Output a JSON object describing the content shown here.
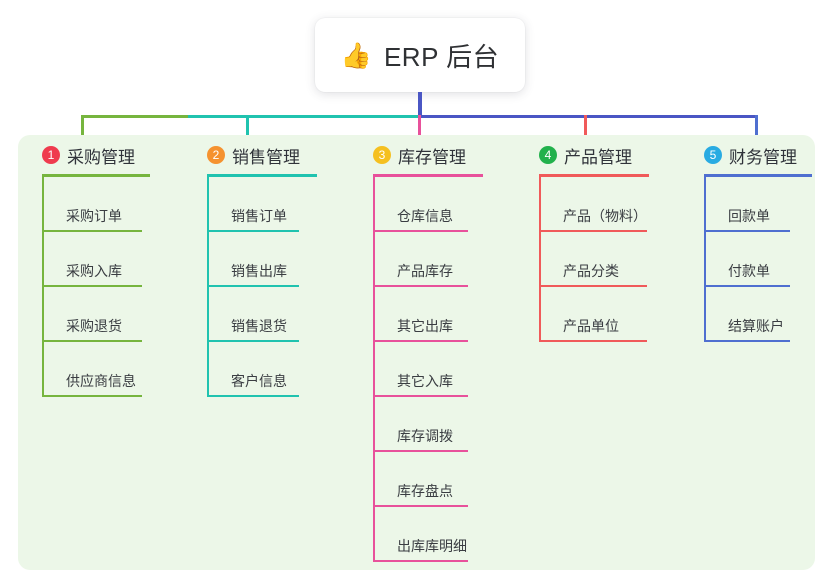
{
  "root": {
    "icon": "thumbs-up-emoji",
    "emoji": "👍",
    "title": "ERP 后台"
  },
  "panel": {
    "background_color": "#ecf7e8"
  },
  "columns": [
    {
      "index": "1",
      "title": "采购管理",
      "badge_color": "#ef3b4e",
      "line_color": "#76b53e",
      "items": [
        "采购订单",
        "采购入库",
        "采购退货",
        "供应商信息"
      ]
    },
    {
      "index": "2",
      "title": "销售管理",
      "badge_color": "#f5922f",
      "line_color": "#20c3af",
      "items": [
        "销售订单",
        "销售出库",
        "销售退货",
        "客户信息"
      ]
    },
    {
      "index": "3",
      "title": "库存管理",
      "badge_color": "#f5c020",
      "line_color": "#e8519b",
      "items": [
        "仓库信息",
        "产品库存",
        "其它出库",
        "其它入库",
        "库存调拨",
        "库存盘点",
        "出库库明细"
      ]
    },
    {
      "index": "4",
      "title": "产品管理",
      "badge_color": "#22b14c",
      "line_color": "#f05a5a",
      "items": [
        "产品（物料）",
        "产品分类",
        "产品单位"
      ]
    },
    {
      "index": "5",
      "title": "财务管理",
      "badge_color": "#29abe2",
      "line_color": "#4f6fd0",
      "items": [
        "回款单",
        "付款单",
        "结算账户"
      ]
    }
  ],
  "connectors": {
    "stem_color": "#4a56c4",
    "segments": [
      {
        "color": "#76b53e"
      },
      {
        "color": "#20c3af"
      },
      {
        "color": "#4a56c4"
      },
      {
        "color": "#4a56c4"
      }
    ],
    "drops": [
      {
        "color": "#76b53e"
      },
      {
        "color": "#20c3af"
      },
      {
        "color": "#e8519b"
      },
      {
        "color": "#f05a5a"
      },
      {
        "color": "#4f6fd0"
      }
    ]
  }
}
